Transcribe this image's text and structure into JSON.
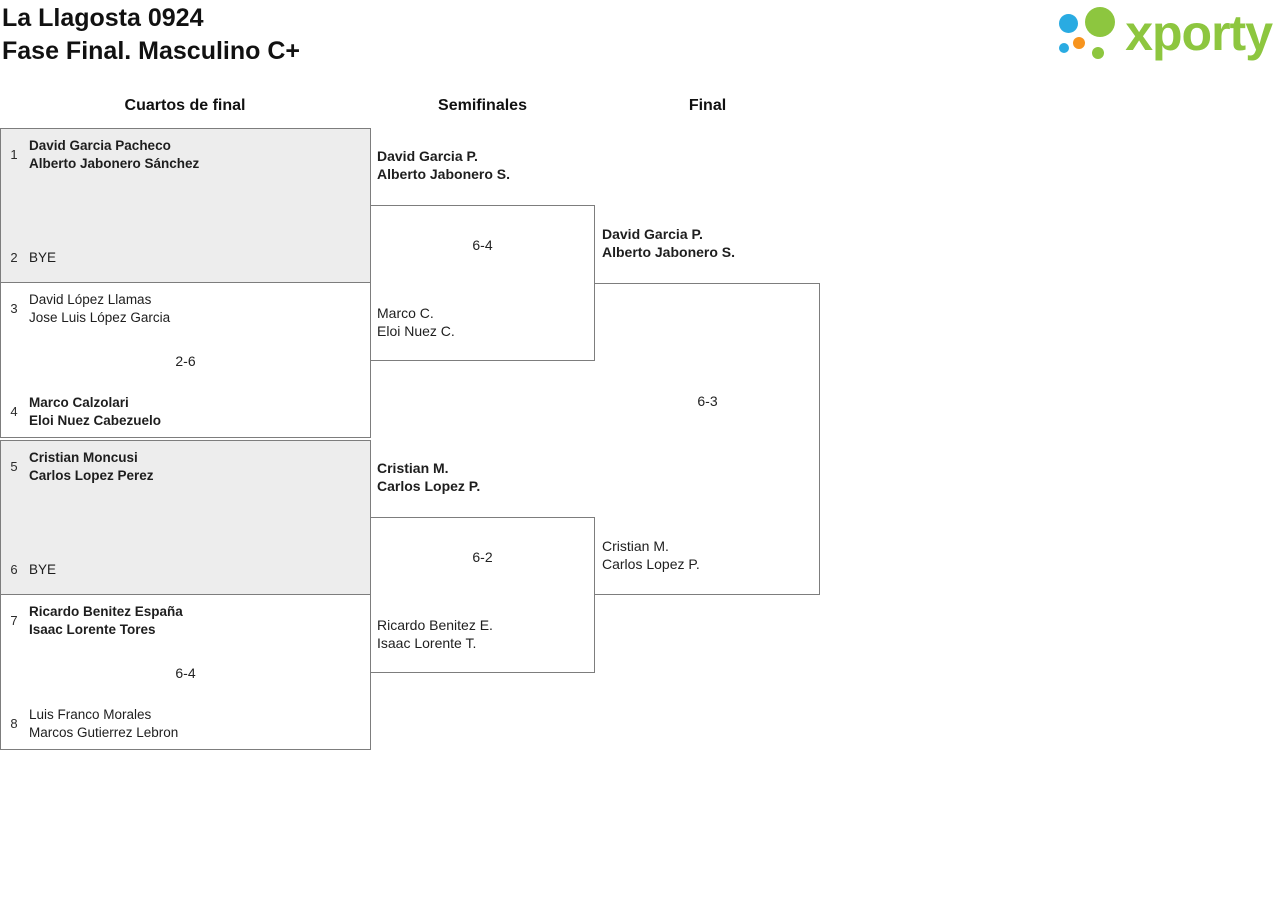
{
  "header": {
    "title": "La Llagosta 0924",
    "subtitle": "Fase Final. Masculino C+"
  },
  "brand": {
    "name": "xporty",
    "green": "#8dc63f",
    "blue": "#29abe2",
    "orange": "#f7941e"
  },
  "round_labels": {
    "quarterfinals": "Cuartos de final",
    "semifinals": "Semifinales",
    "final": "Final"
  },
  "quarterfinals": [
    {
      "seed_top": "1",
      "top": [
        "David Garcia Pacheco",
        "Alberto Jabonero Sánchez"
      ],
      "seed_bottom": "2",
      "bottom": [
        "BYE"
      ],
      "score": ""
    },
    {
      "seed_top": "3",
      "top": [
        "David López Llamas",
        "Jose Luis López Garcia"
      ],
      "seed_bottom": "4",
      "bottom": [
        "Marco Calzolari",
        "Eloi Nuez Cabezuelo"
      ],
      "score": "2-6"
    },
    {
      "seed_top": "5",
      "top": [
        "Cristian Moncusi",
        "Carlos Lopez Perez"
      ],
      "seed_bottom": "6",
      "bottom": [
        "BYE"
      ],
      "score": ""
    },
    {
      "seed_top": "7",
      "top": [
        "Ricardo Benitez España",
        "Isaac Lorente Tores"
      ],
      "seed_bottom": "8",
      "bottom": [
        "Luis Franco Morales",
        "Marcos Gutierrez Lebron"
      ],
      "score": "6-4"
    }
  ],
  "semifinals": [
    {
      "top": [
        "David Garcia P.",
        "Alberto Jabonero S."
      ],
      "bottom": [
        "Marco C.",
        "Eloi Nuez C."
      ],
      "score": "6-4"
    },
    {
      "top": [
        "Cristian M.",
        "Carlos Lopez P."
      ],
      "bottom": [
        "Ricardo Benitez E.",
        "Isaac Lorente T."
      ],
      "score": "6-2"
    }
  ],
  "final": {
    "top": [
      "David Garcia P.",
      "Alberto Jabonero S."
    ],
    "bottom": [
      "Cristian M.",
      "Carlos Lopez P."
    ],
    "score": "6-3"
  }
}
